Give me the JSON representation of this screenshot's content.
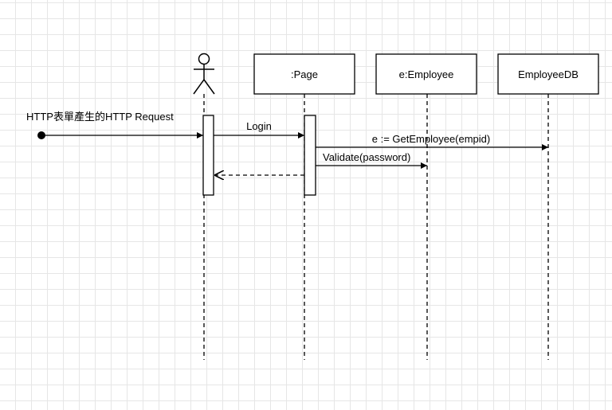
{
  "diagram": {
    "participants": [
      {
        "id": "actor",
        "label": ""
      },
      {
        "id": "page",
        "label": ":Page"
      },
      {
        "id": "employee",
        "label": "e:Employee"
      },
      {
        "id": "employeedb",
        "label": "EmployeeDB"
      }
    ],
    "messages": [
      {
        "id": "http-request",
        "label": "HTTP表單產生的HTTP Request",
        "from": "external",
        "to": "actor",
        "kind": "found"
      },
      {
        "id": "login",
        "label": "Login",
        "from": "actor",
        "to": "page",
        "kind": "sync"
      },
      {
        "id": "get-employee",
        "label": "e := GetEmployee(empid)",
        "from": "page",
        "to": "employeedb",
        "kind": "sync"
      },
      {
        "id": "validate",
        "label": "Validate(password)",
        "from": "page",
        "to": "employee",
        "kind": "sync"
      },
      {
        "id": "return",
        "label": "",
        "from": "page",
        "to": "actor",
        "kind": "return"
      }
    ]
  }
}
